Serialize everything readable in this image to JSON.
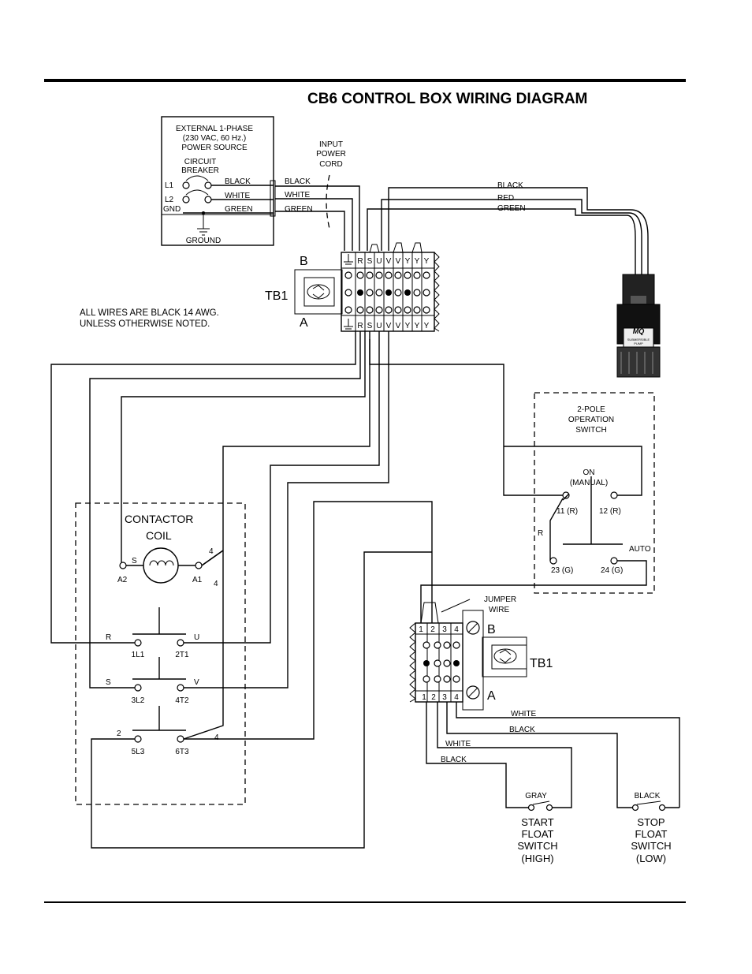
{
  "title": "CB6 CONTROL BOX WIRING DIAGRAM",
  "power_source": {
    "line1": "EXTERNAL 1-PHASE",
    "line2": "(230 VAC, 60 Hz.)",
    "line3": "POWER SOURCE",
    "breaker1": "CIRCUIT",
    "breaker2": "BREAKER",
    "l1": "L1",
    "l2": "L2",
    "gnd": "GND",
    "ground": "GROUND",
    "wire_black": "BLACK",
    "wire_white": "WHITE",
    "wire_green": "GREEN"
  },
  "input_cord": {
    "line1": "INPUT",
    "line2": "POWER",
    "line3": "CORD",
    "black": "BLACK",
    "white": "WHITE",
    "green": "GREEN"
  },
  "pump_cable": {
    "black": "BLACK",
    "red": "RED",
    "green": "GREEN"
  },
  "pump": {
    "logo": "MQ",
    "label1": "SUBMERSIBLE",
    "label2": "PUMP"
  },
  "tb1_top": {
    "name": "TB1",
    "row_b": "B",
    "row_a": "A",
    "terminals": [
      "R",
      "S",
      "U",
      "V",
      "Y",
      "Y"
    ]
  },
  "note": {
    "line1": "ALL WIRES ARE BLACK 14 AWG.",
    "line2": "UNLESS OTHERWISE NOTED."
  },
  "operation_switch": {
    "line1": "2-POLE",
    "line2": "OPERATION",
    "line3": "SWITCH",
    "on": "ON",
    "manual": "(MANUAL)",
    "t11": "11 (R)",
    "t12": "12 (R)",
    "t23": "23 (G)",
    "t24": "24 (G)",
    "r": "R",
    "auto": "AUTO"
  },
  "contactor": {
    "line1": "CONTACTOR",
    "line2": "COIL",
    "s": "S",
    "a2": "A2",
    "a1": "A1",
    "four_a": "4",
    "four_b": "4",
    "r": "R",
    "u": "U",
    "s2": "S",
    "v": "V",
    "two": "2",
    "four_c": "4",
    "t1l1": "1L1",
    "t2t1": "2T1",
    "t3l2": "3L2",
    "t4t2": "4T2",
    "t5l3": "5L3",
    "t6t3": "6T3"
  },
  "tb1_bottom": {
    "name": "TB1",
    "row_b": "B",
    "row_a": "A",
    "terminals": [
      "1",
      "2",
      "3",
      "4"
    ],
    "jumper1": "JUMPER",
    "jumper2": "WIRE"
  },
  "float_wires": {
    "white1": "WHITE",
    "black1": "BLACK",
    "white2": "WHITE",
    "black2": "BLACK",
    "gray": "GRAY",
    "black3": "BLACK"
  },
  "start_switch": {
    "l1": "START",
    "l2": "FLOAT",
    "l3": "SWITCH",
    "l4": "(HIGH)"
  },
  "stop_switch": {
    "l1": "STOP",
    "l2": "FLOAT",
    "l3": "SWITCH",
    "l4": "(LOW)"
  }
}
